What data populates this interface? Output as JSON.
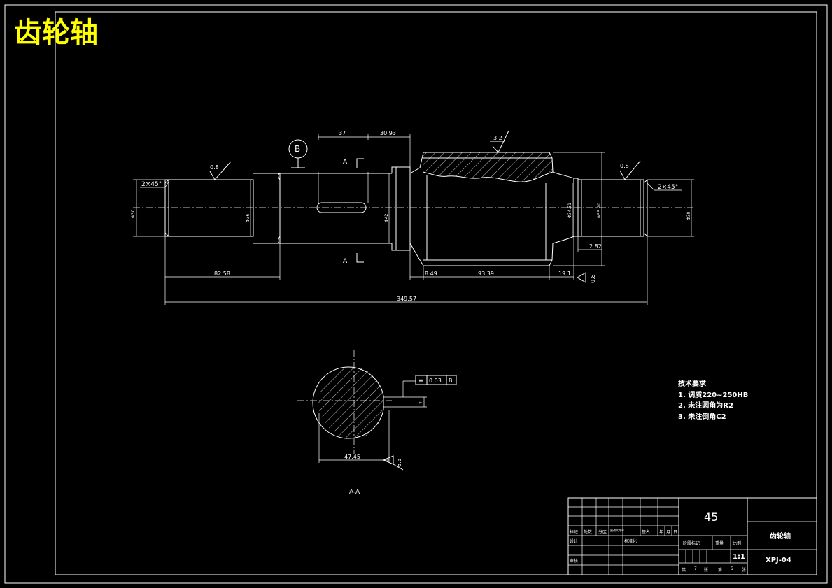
{
  "title": "齿轮轴",
  "labels": {
    "datum_b": "B",
    "section_a_top": "A",
    "section_a_bottom": "A",
    "section_view": "A-A",
    "chamfer_left": "2×45°",
    "chamfer_right": "2×45°"
  },
  "dimensions": {
    "keyway_length": "37",
    "keyway_offset": "30.93",
    "rough_gear": "3.2",
    "rough_left": "0.8",
    "rough_right": "0.8",
    "rough_bottom": "0.8",
    "rough_section": "6.3",
    "dia_left_end": "Φ30",
    "dia_journal": "Φ36",
    "dia_keyseat": "Φ42",
    "dia_gear_shaft": "Φ34.51",
    "dia_gear_top": "Φ55.20",
    "dia_right_end": "Φ30",
    "len_left": "82.58",
    "len_total": "349.57",
    "len_a": "8.49",
    "len_gear": "93.39",
    "len_b": "19.1",
    "len_c": "2.82",
    "section_width": "47.45",
    "key_depth": "7"
  },
  "tolerance": {
    "symbol": "≡",
    "value": "0.03",
    "datum": "B"
  },
  "tech_requirements": {
    "heading": "技术要求",
    "items": [
      "1. 调质220~250HB",
      "2. 未注圆角为R2",
      "3. 未注倒角C2"
    ]
  },
  "title_block": {
    "material": "45",
    "part_name": "齿轮轴",
    "drawing_no": "XPJ-04",
    "scale": "1:1",
    "headers": [
      "标记",
      "处数",
      "分区",
      "更改文件号",
      "签名",
      "年",
      "月",
      "日"
    ],
    "design": "设计",
    "standardize": "标准化",
    "review": "审核",
    "stage_mark": "阶段标记",
    "weight": "重量",
    "ratio": "比例",
    "sheets_total_label": "共",
    "sheets_total": "7",
    "sheet_unit_1": "张",
    "sheet_no_label": "第",
    "sheet_no": "5",
    "sheet_unit_2": "张"
  }
}
